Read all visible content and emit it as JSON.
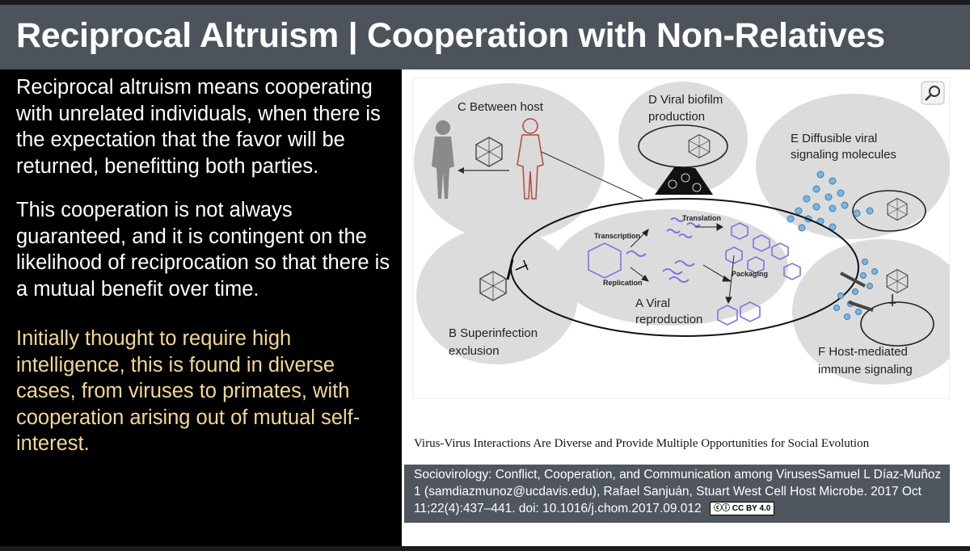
{
  "header": {
    "title": "Reciprocal Altruism | Cooperation with Non-Relatives"
  },
  "body": {
    "paragraph_1": "Reciprocal altruism means cooperating with unrelated individuals, when there is the expectation that the favor will be returned, benefitting both parties.",
    "paragraph_2": "This cooperation is not always guaranteed, and it is contingent on the likelihood of reciprocation so that there is a mutual benefit over time.",
    "paragraph_3": "Initially thought to require high intelligence, this is found in diverse cases, from viruses to primates, with cooperation arising out of mutual self-interest."
  },
  "figure": {
    "panel_c": "C  Between host",
    "panel_d_line1": "D  Viral biofilm",
    "panel_d_line2": "production",
    "panel_e_line1": "E  Diffusible viral",
    "panel_e_line2": "signaling molecules",
    "panel_a_line1": "A  Viral",
    "panel_a_line2": "reproduction",
    "panel_b_line1": "B  Superinfection",
    "panel_b_line2": "exclusion",
    "panel_f_line1": "F  Host-mediated",
    "panel_f_line2": "immune signaling",
    "transcription": "Transcription",
    "translation": "Translation",
    "replication": "Replication",
    "packaging": "Packaging"
  },
  "caption": "Virus-Virus Interactions Are Diverse and Provide Multiple Opportunities for Social Evolution",
  "citation": {
    "text": "Sociovirology: Conflict, Cooperation, and Communication among VirusesSamuel L Díaz-Muñoz 1 (samdiazmunoz@ucdavis.edu), Rafael Sanjuán, Stuart West Cell Host Microbe. 2017 Oct 11;22(4):437–441. doi: 10.1016/j.chom.2017.09.012",
    "license": "CC BY 4.0"
  },
  "colors": {
    "header_bg": "#4d535b",
    "highlight_text": "#f2d893",
    "citation_bg": "#50565d",
    "virus_purple": "#8a6fe0"
  }
}
